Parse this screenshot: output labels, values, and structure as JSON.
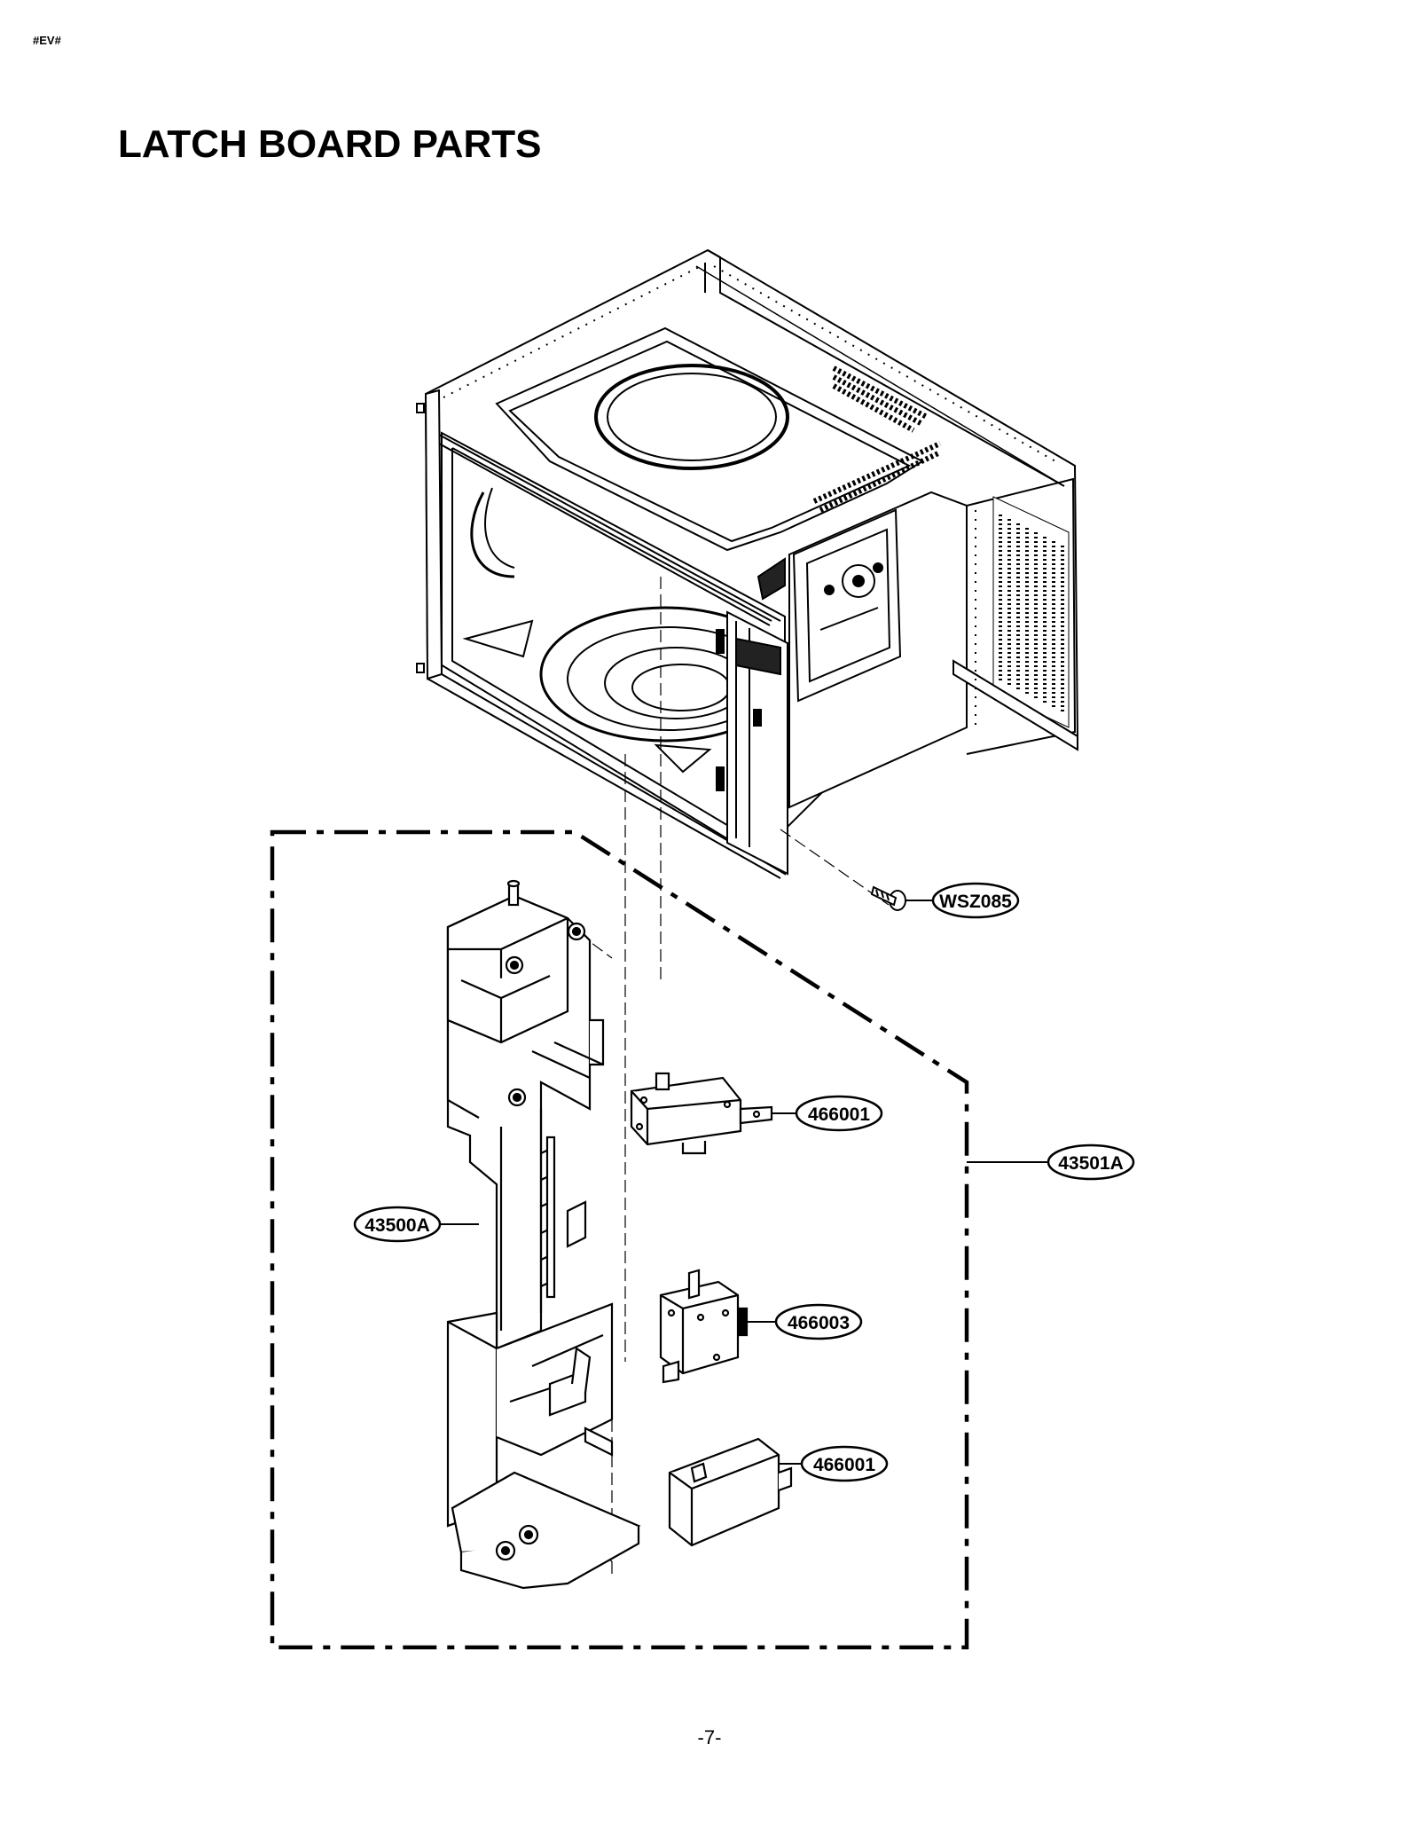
{
  "header": {
    "mark": "#EV#",
    "title": "LATCH BOARD PARTS"
  },
  "callouts": {
    "screw": "WSZ085",
    "switch_top": "466001",
    "assembly": "43501A",
    "latch_board": "43500A",
    "switch_middle": "466003",
    "switch_bottom": "466001"
  },
  "footer": {
    "page_number": "-7-"
  },
  "colors": {
    "ink": "#000000",
    "paper": "#ffffff"
  }
}
